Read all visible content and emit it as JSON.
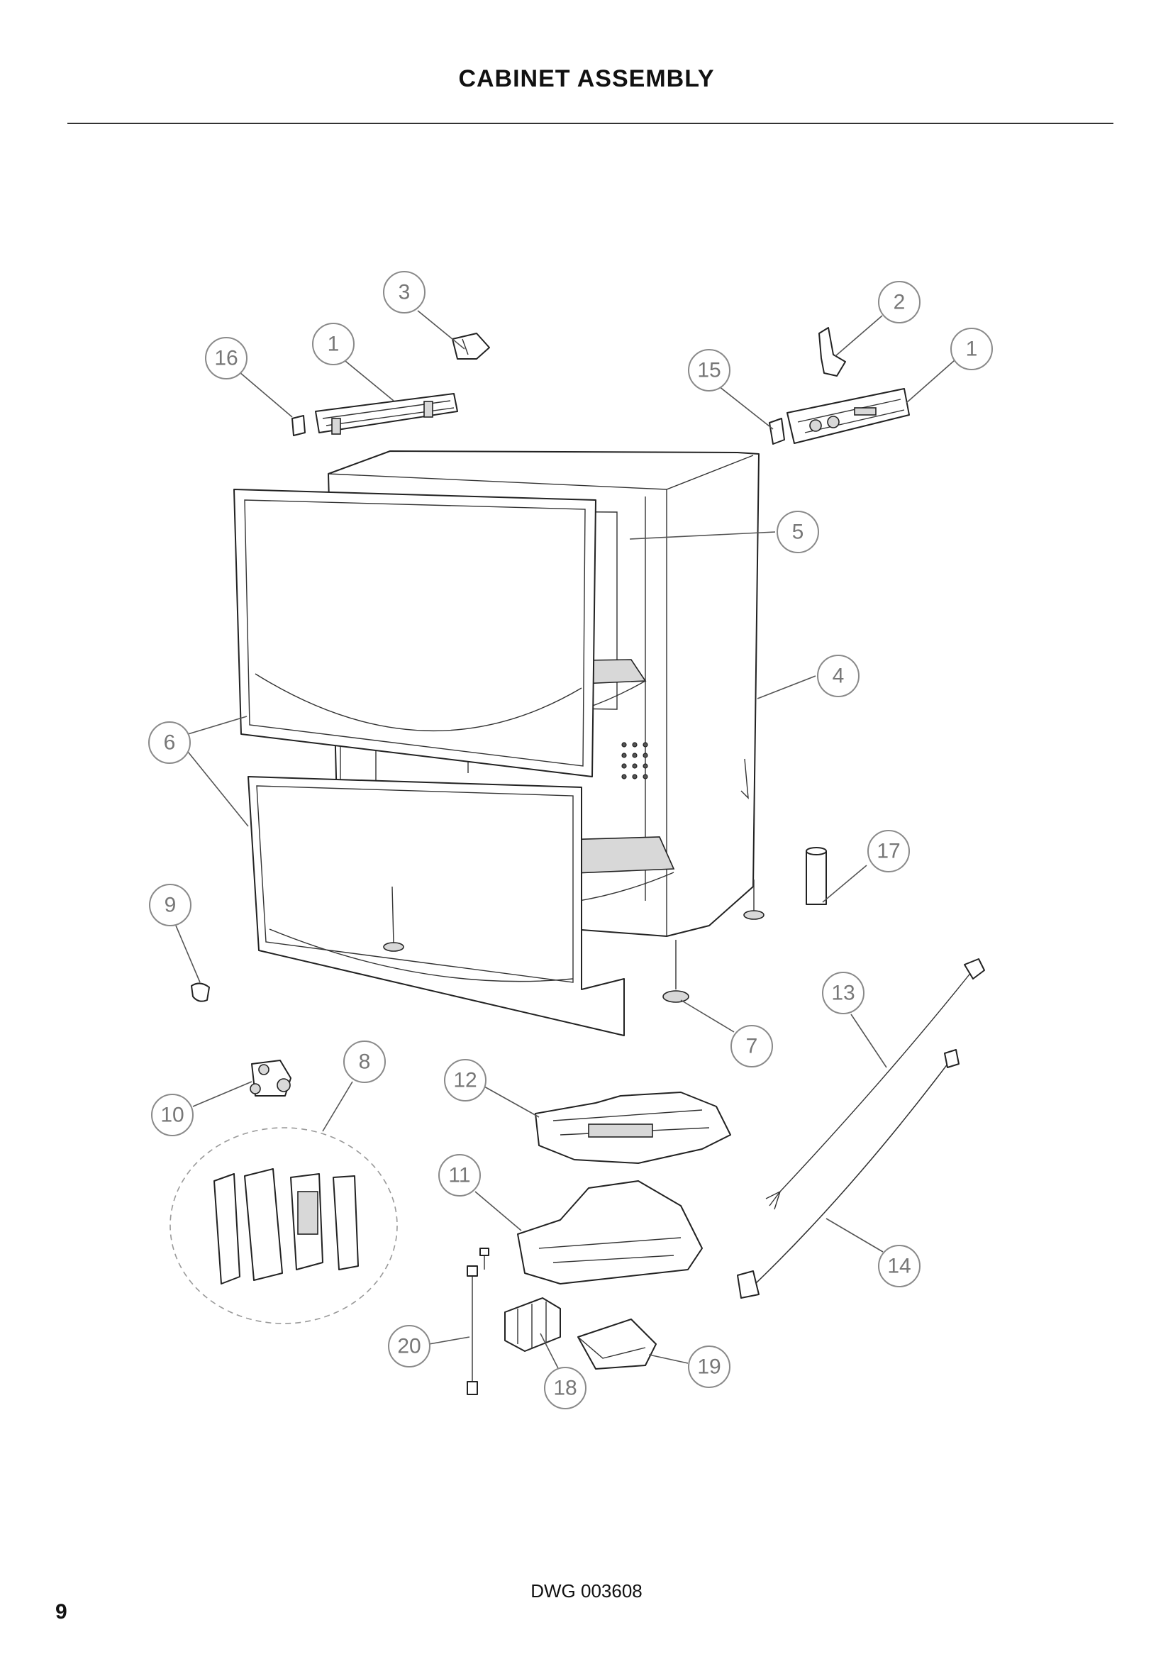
{
  "page": {
    "title": "CABINET ASSEMBLY",
    "drawing_number": "DWG 003608",
    "page_number": "9"
  },
  "callouts": [
    {
      "id": "c1a",
      "label": "1"
    },
    {
      "id": "c1b",
      "label": "1"
    },
    {
      "id": "c2",
      "label": "2"
    },
    {
      "id": "c3",
      "label": "3"
    },
    {
      "id": "c4",
      "label": "4"
    },
    {
      "id": "c5",
      "label": "5"
    },
    {
      "id": "c6",
      "label": "6"
    },
    {
      "id": "c7",
      "label": "7"
    },
    {
      "id": "c8",
      "label": "8"
    },
    {
      "id": "c9",
      "label": "9"
    },
    {
      "id": "c10",
      "label": "10"
    },
    {
      "id": "c11",
      "label": "11"
    },
    {
      "id": "c12",
      "label": "12"
    },
    {
      "id": "c13",
      "label": "13"
    },
    {
      "id": "c14",
      "label": "14"
    },
    {
      "id": "c15",
      "label": "15"
    },
    {
      "id": "c16",
      "label": "16"
    },
    {
      "id": "c17",
      "label": "17"
    },
    {
      "id": "c18",
      "label": "18"
    },
    {
      "id": "c19",
      "label": "19"
    },
    {
      "id": "c20",
      "label": "20"
    }
  ]
}
